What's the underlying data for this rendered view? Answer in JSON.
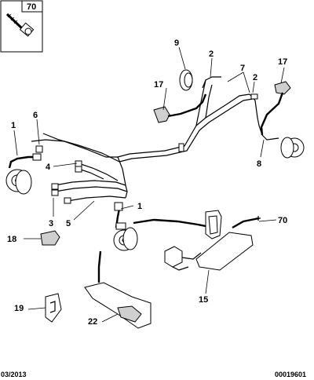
{
  "diagram": {
    "inset": {
      "label": "70"
    },
    "callouts": {
      "c1_left": "1",
      "c1_center": "1",
      "c2_top": "2",
      "c2_right": "2",
      "c3": "3",
      "c4": "4",
      "c5": "5",
      "c6": "6",
      "c7": "7",
      "c8": "8",
      "c9": "9",
      "c15": "15",
      "c17_left": "17",
      "c17_right": "17",
      "c18": "18",
      "c19": "19",
      "c22": "22",
      "c70": "70"
    },
    "footer": {
      "date": "03/2013",
      "reference": "00019601"
    }
  }
}
